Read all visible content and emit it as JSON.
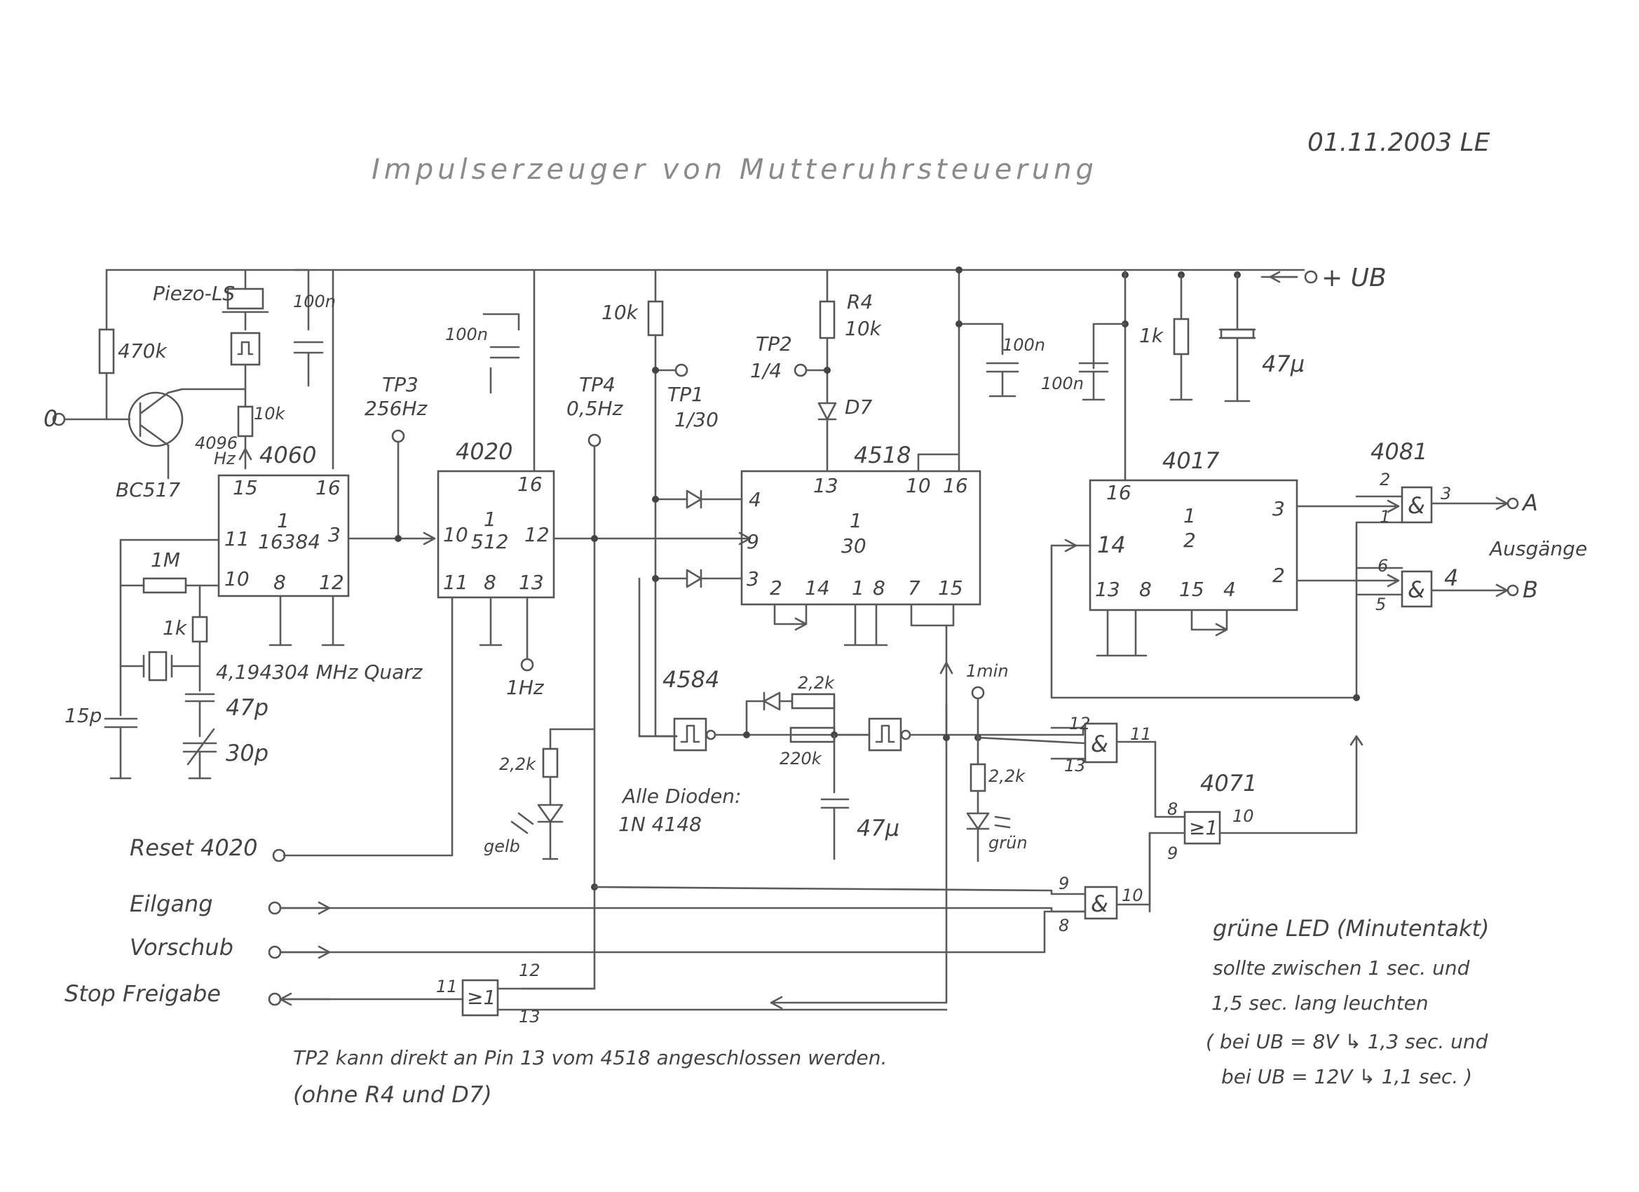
{
  "title": "Impulserzeuger von Mutteruhrsteuerung",
  "date": "01.11.2003   LE",
  "supply": "+ UB",
  "chips": {
    "c4060": {
      "name": "4060",
      "ratio_top": "1",
      "ratio_bot": "16384",
      "pins": [
        "15",
        "16",
        "11",
        "3",
        "10",
        "8",
        "12"
      ]
    },
    "c4020": {
      "name": "4020",
      "ratio_top": "1",
      "ratio_bot": "512",
      "pins": [
        "16",
        "10",
        "12",
        "11",
        "8",
        "13"
      ]
    },
    "c4518": {
      "name": "4518",
      "ratio_top": "1",
      "ratio_bot": "30",
      "pins": [
        "13",
        "10",
        "16",
        "4",
        "9",
        "3",
        "2",
        "14",
        "1",
        "8",
        "7",
        "15"
      ]
    },
    "c4017": {
      "name": "4017",
      "ratio_top": "1",
      "ratio_bot": "2",
      "pins": [
        "16",
        "3",
        "14",
        "2",
        "13",
        "8",
        "15",
        "4"
      ]
    },
    "c4081": {
      "name": "4081"
    },
    "c4071": {
      "name": "4071"
    },
    "c4584": {
      "name": "4584"
    }
  },
  "components": {
    "piezo": "Piezo-LS",
    "r470k": "470k",
    "transistor": "BC517",
    "r10k_a": "10k",
    "freq4096": "4096",
    "freq_hz": "Hz",
    "c100n_a": "100n",
    "c100n_b": "100n",
    "c100n_c": "100n",
    "c100n_d": "100n",
    "r1M": "1M",
    "r1k_a": "1k",
    "quartz": "4,194304 MHz Quarz",
    "c15p": "15p",
    "c47p": "47p",
    "c30p": "30p",
    "tp3": "TP3",
    "tp3_f": "256Hz",
    "tp4": "TP4",
    "tp4_f": "0,5Hz",
    "out1hz": "1Hz",
    "r10k_b": "10k",
    "tp1": "TP1",
    "tp1_f": "1/30",
    "r4": "R4",
    "r4_v": "10k",
    "tp2": "TP2",
    "tp2_f": "1/4",
    "d7": "D7",
    "r1k_b": "1k",
    "c47u_a": "47µ",
    "r2k2_a": "2,2k",
    "led_yellow": "gelb",
    "diodes": "Alle Dioden:",
    "diode_type": "1N 4148",
    "r2k2_b": "2,2k",
    "r220k": "220k",
    "c47u_b": "47µ",
    "one_min": "1min",
    "r2k2_c": "2,2k",
    "led_green": "grün",
    "outA": "A",
    "outB": "B",
    "outputs": "Ausgänge"
  },
  "inputs": {
    "input0": "0",
    "reset": "Reset 4020",
    "eilgang": "Eilgang",
    "vorschub": "Vorschub",
    "stop": "Stop Freigabe"
  },
  "notes": {
    "tp2_line1": "TP2 kann direkt an Pin 13 vom 4518 angeschlossen werden.",
    "tp2_line2": "(ohne R4 und D7)",
    "led_line1": "grüne LED (Minutentakt)",
    "led_line2": "sollte zwischen 1 sec. und",
    "led_line3": "1,5 sec. lang leuchten",
    "led_line4": "( bei UB = 8V ↳ 1,3 sec. und",
    "led_line5": "bei UB = 12V ↳ 1,1 sec. )"
  }
}
